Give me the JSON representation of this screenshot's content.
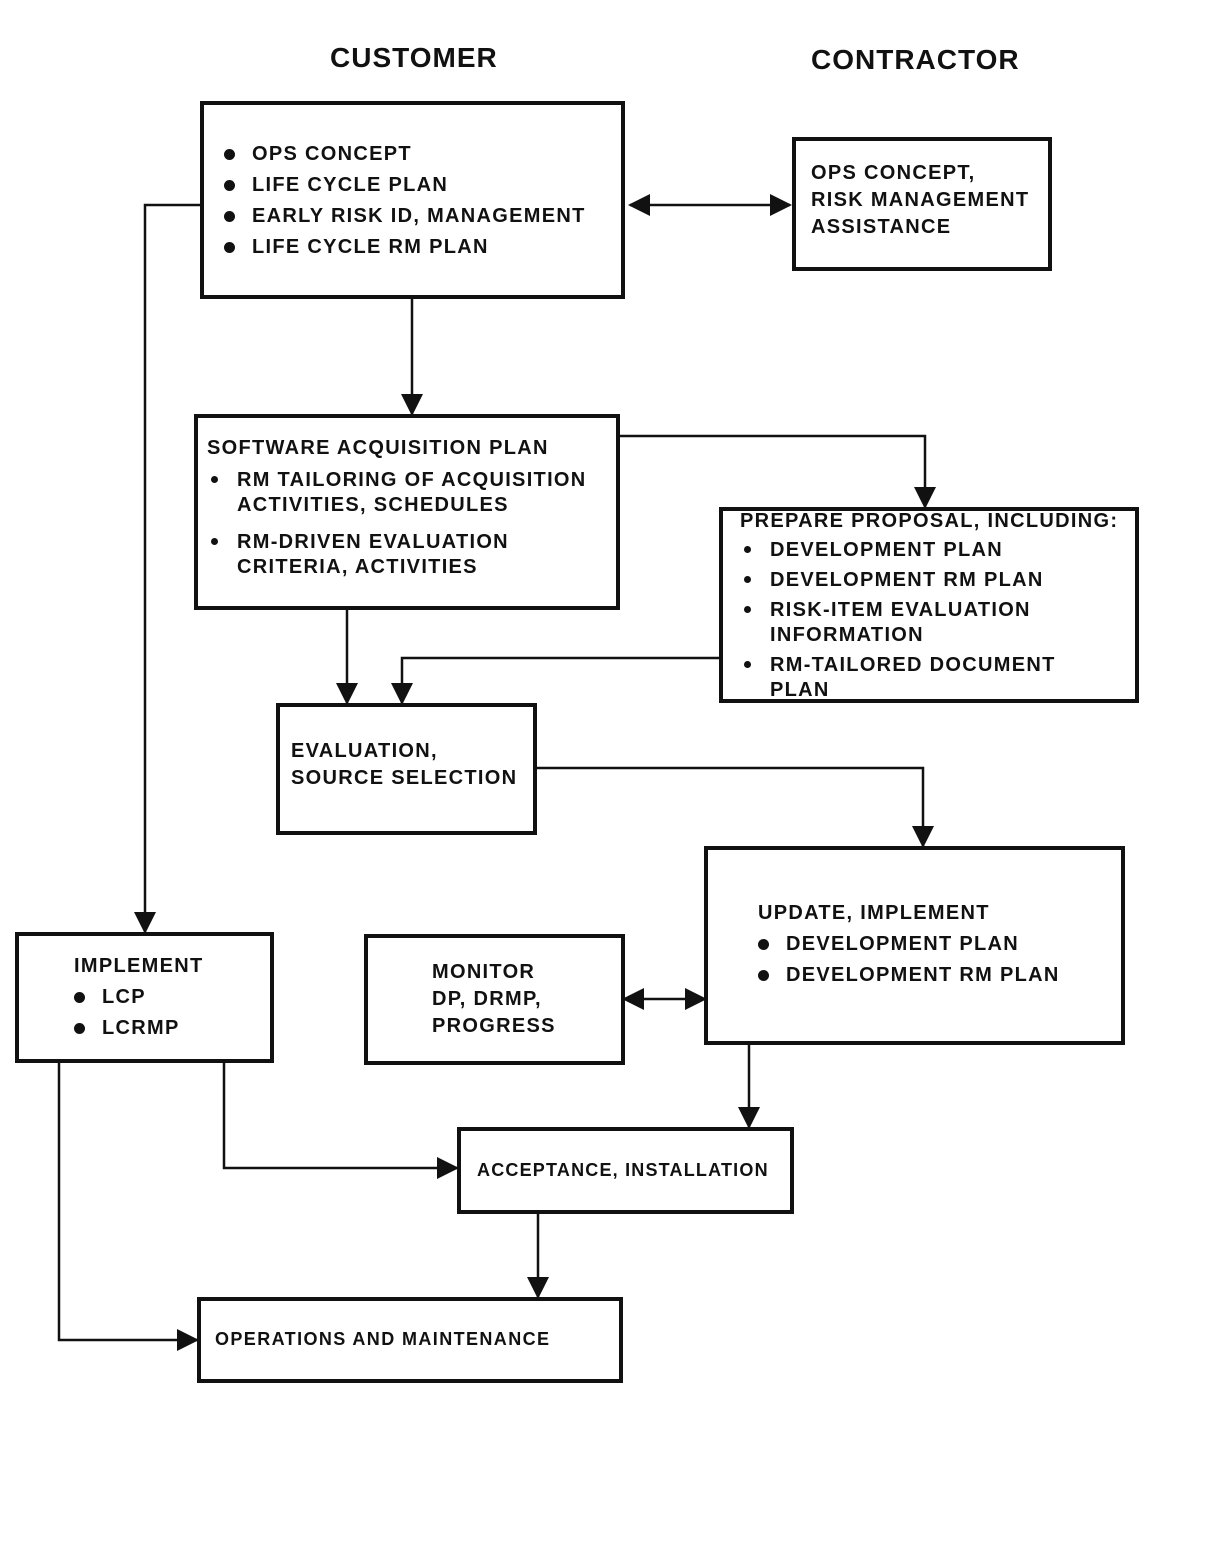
{
  "headers": {
    "customer": "CUSTOMER",
    "contractor": "CONTRACTOR"
  },
  "ops_box": {
    "items": [
      "OPS CONCEPT",
      "LIFE CYCLE PLAN",
      "EARLY RISK ID, MANAGEMENT",
      "LIFE CYCLE RM PLAN"
    ]
  },
  "contractor_ops_box": {
    "lines": [
      "OPS CONCEPT,",
      "RISK MANAGEMENT",
      "ASSISTANCE"
    ]
  },
  "acquisition_box": {
    "title": "SOFTWARE ACQUISITION PLAN",
    "items": [
      [
        "RM TAILORING OF ACQUISITION",
        "ACTIVITIES, SCHEDULES"
      ],
      [
        "RM-DRIVEN EVALUATION",
        "CRITERIA, ACTIVITIES"
      ]
    ]
  },
  "proposal_box": {
    "title": "PREPARE PROPOSAL, INCLUDING:",
    "items": [
      [
        "DEVELOPMENT PLAN"
      ],
      [
        "DEVELOPMENT RM PLAN"
      ],
      [
        "RISK-ITEM EVALUATION",
        "INFORMATION"
      ],
      [
        "RM-TAILORED DOCUMENT",
        "PLAN"
      ]
    ]
  },
  "evaluation_box": {
    "lines": [
      "EVALUATION,",
      "SOURCE SELECTION"
    ]
  },
  "update_box": {
    "title": "UPDATE, IMPLEMENT",
    "items": [
      "DEVELOPMENT PLAN",
      "DEVELOPMENT RM PLAN"
    ]
  },
  "implement_box": {
    "title": "IMPLEMENT",
    "items": [
      "LCP",
      "LCRMP"
    ]
  },
  "monitor_box": {
    "lines": [
      "MONITOR",
      "DP, DRMP,",
      "PROGRESS"
    ]
  },
  "acceptance_box": {
    "label": "ACCEPTANCE, INSTALLATION"
  },
  "operations_box": {
    "label": "OPERATIONS AND MAINTENANCE"
  }
}
